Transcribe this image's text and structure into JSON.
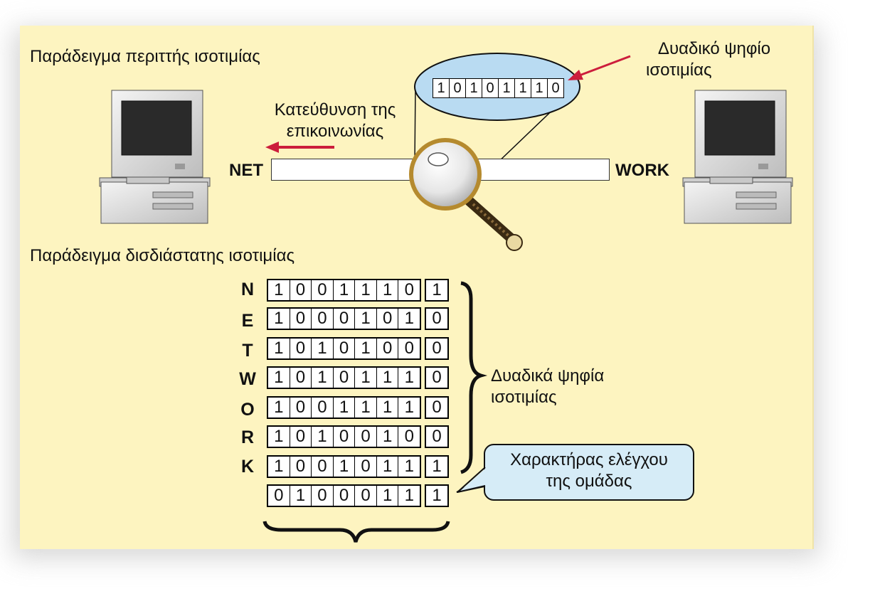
{
  "odd_parity": {
    "title": "Παράδειγμα περιττής ισοτιμίας",
    "direction_label": [
      "Κατεύθυνση της",
      "επικοινωνίας"
    ],
    "net_label": "NET",
    "work_label": "WORK",
    "parity_bit_label": [
      "Δυαδικό ψηφίο",
      "ισοτιμίας"
    ],
    "magnified_bits": [
      "1",
      "0",
      "1",
      "0",
      "1",
      "1",
      "1",
      "0"
    ]
  },
  "two_dim_parity": {
    "title": "Παράδειγμα δισδιάστατης ισοτιμίας",
    "rows": [
      {
        "letter": "N",
        "bits": [
          "1",
          "0",
          "0",
          "1",
          "1",
          "1",
          "0"
        ],
        "parity": "1"
      },
      {
        "letter": "E",
        "bits": [
          "1",
          "0",
          "0",
          "0",
          "1",
          "0",
          "1"
        ],
        "parity": "0"
      },
      {
        "letter": "T",
        "bits": [
          "1",
          "0",
          "1",
          "0",
          "1",
          "0",
          "0"
        ],
        "parity": "0"
      },
      {
        "letter": "W",
        "bits": [
          "1",
          "0",
          "1",
          "0",
          "1",
          "1",
          "1"
        ],
        "parity": "0"
      },
      {
        "letter": "O",
        "bits": [
          "1",
          "0",
          "0",
          "1",
          "1",
          "1",
          "1"
        ],
        "parity": "0"
      },
      {
        "letter": "R",
        "bits": [
          "1",
          "0",
          "1",
          "0",
          "0",
          "1",
          "0"
        ],
        "parity": "0"
      },
      {
        "letter": "K",
        "bits": [
          "1",
          "0",
          "0",
          "1",
          "0",
          "1",
          "1"
        ],
        "parity": "1"
      }
    ],
    "check_row": {
      "bits": [
        "0",
        "1",
        "0",
        "0",
        "0",
        "1",
        "1"
      ],
      "parity": "1"
    },
    "parity_bits_label": [
      "Δυαδικά ψηφία",
      "ισοτιμίας"
    ],
    "check_char_label": [
      "Χαρακτήρας ελέγχου",
      "της ομάδας"
    ]
  },
  "colors": {
    "background": "#fdf4c0",
    "arrow": "#cc1e3c",
    "ellipse": "#b9dbf2",
    "callout": "#d6ecf7"
  }
}
